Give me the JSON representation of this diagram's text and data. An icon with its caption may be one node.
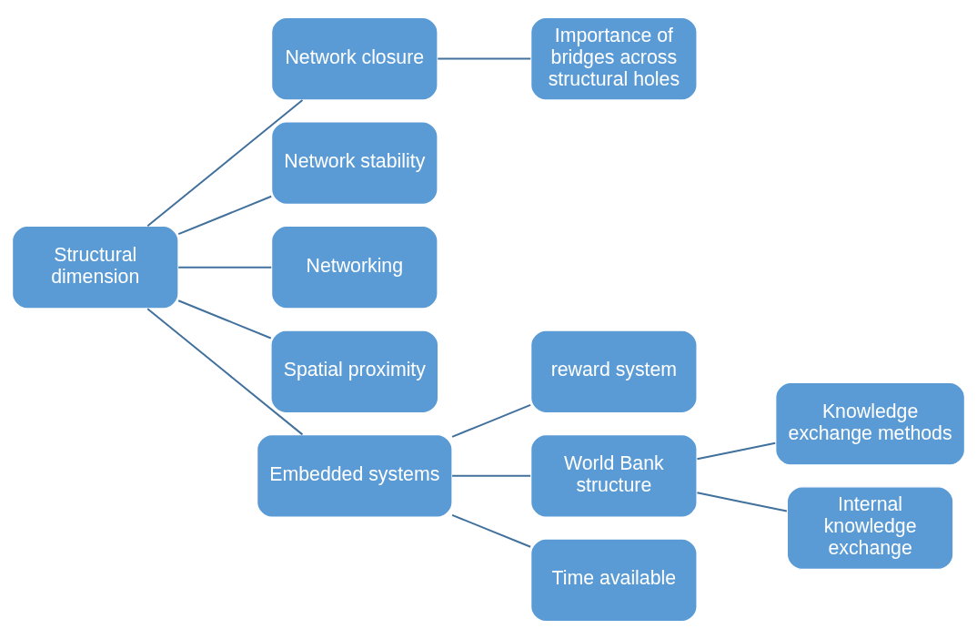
{
  "diagram": {
    "nodes": [
      {
        "text": [
          "Structural dimension"
        ]
      },
      {
        "text": [
          "Network closure"
        ]
      },
      {
        "text": [
          "Importance of bridges across structural holes"
        ]
      },
      {
        "text": [
          "Network stability"
        ]
      },
      {
        "text": [
          "Networking"
        ]
      },
      {
        "text": [
          "Spatial proximity"
        ]
      },
      {
        "text": [
          "Embedded systems"
        ]
      },
      {
        "text": [
          "reward system"
        ]
      },
      {
        "text": [
          "World Bank structure"
        ]
      },
      {
        "text": [
          "Knowledge exchange methods"
        ]
      },
      {
        "text": [
          "Internal knowledge exchange"
        ]
      },
      {
        "text": [
          "Time available"
        ]
      }
    ],
    "edges": [
      {
        "from": 0,
        "to": 1,
        "arrow": "none"
      },
      {
        "from": 0,
        "to": 3,
        "arrow": "none"
      },
      {
        "from": 0,
        "to": 4,
        "arrow": "none"
      },
      {
        "from": 0,
        "to": 5,
        "arrow": "none"
      },
      {
        "from": 0,
        "to": 6,
        "arrow": "none"
      },
      {
        "from": 1,
        "to": 2,
        "arrow": "none"
      },
      {
        "from": 6,
        "to": 7,
        "arrow": "none"
      },
      {
        "from": 6,
        "to": 8,
        "arrow": "none"
      },
      {
        "from": 6,
        "to": 11,
        "arrow": "none"
      },
      {
        "from": 8,
        "to": 9,
        "arrow": "none"
      },
      {
        "from": 8,
        "to": 10,
        "arrow": "none"
      }
    ]
  }
}
